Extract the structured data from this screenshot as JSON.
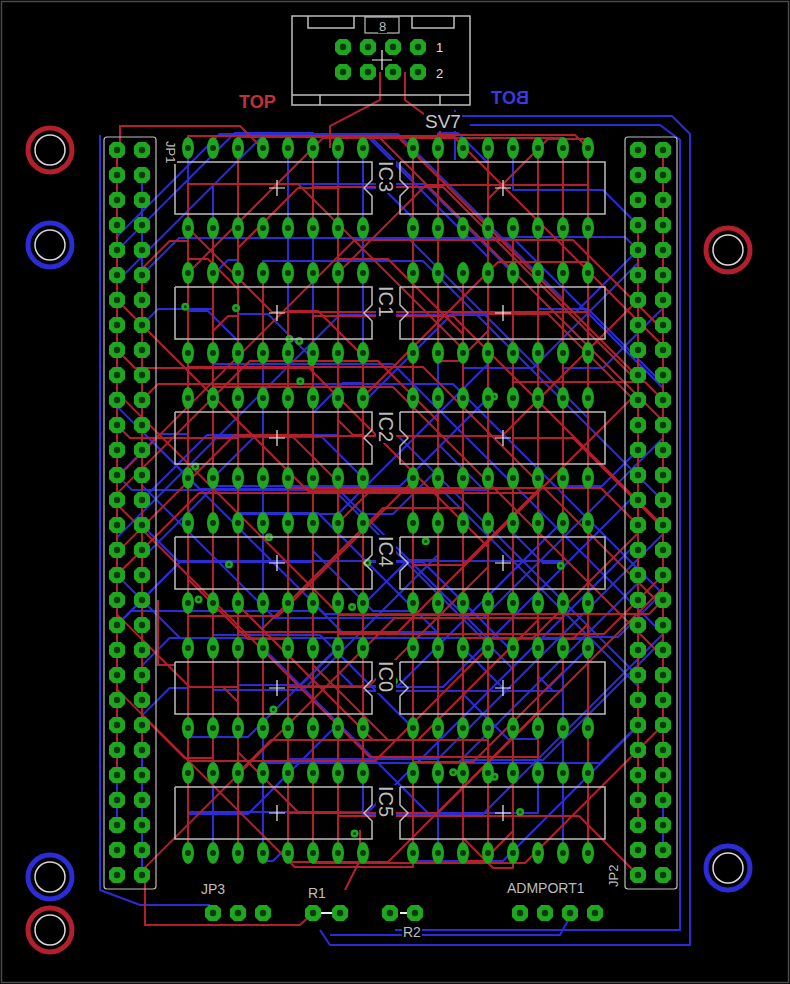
{
  "diagram": {
    "nodes": [
      {
        "text": [
          "8",
          "1",
          "2",
          "SV7"
        ]
      },
      {
        "text": [
          "JP1"
        ]
      },
      {
        "text": [
          "IC3"
        ]
      },
      {
        "text": [
          "IC1"
        ]
      },
      {
        "text": [
          "IC2"
        ]
      },
      {
        "text": [
          "IC4"
        ]
      },
      {
        "text": [
          "IC0"
        ]
      },
      {
        "text": [
          "IC5"
        ]
      },
      {
        "text": [
          "JP2"
        ]
      },
      {
        "text": [
          "JP3"
        ]
      },
      {
        "text": [
          "R1"
        ]
      },
      {
        "text": [
          "R2"
        ]
      },
      {
        "text": [
          "ADMPORT1"
        ]
      }
    ],
    "labels": [
      "TOP",
      "BOT"
    ]
  }
}
